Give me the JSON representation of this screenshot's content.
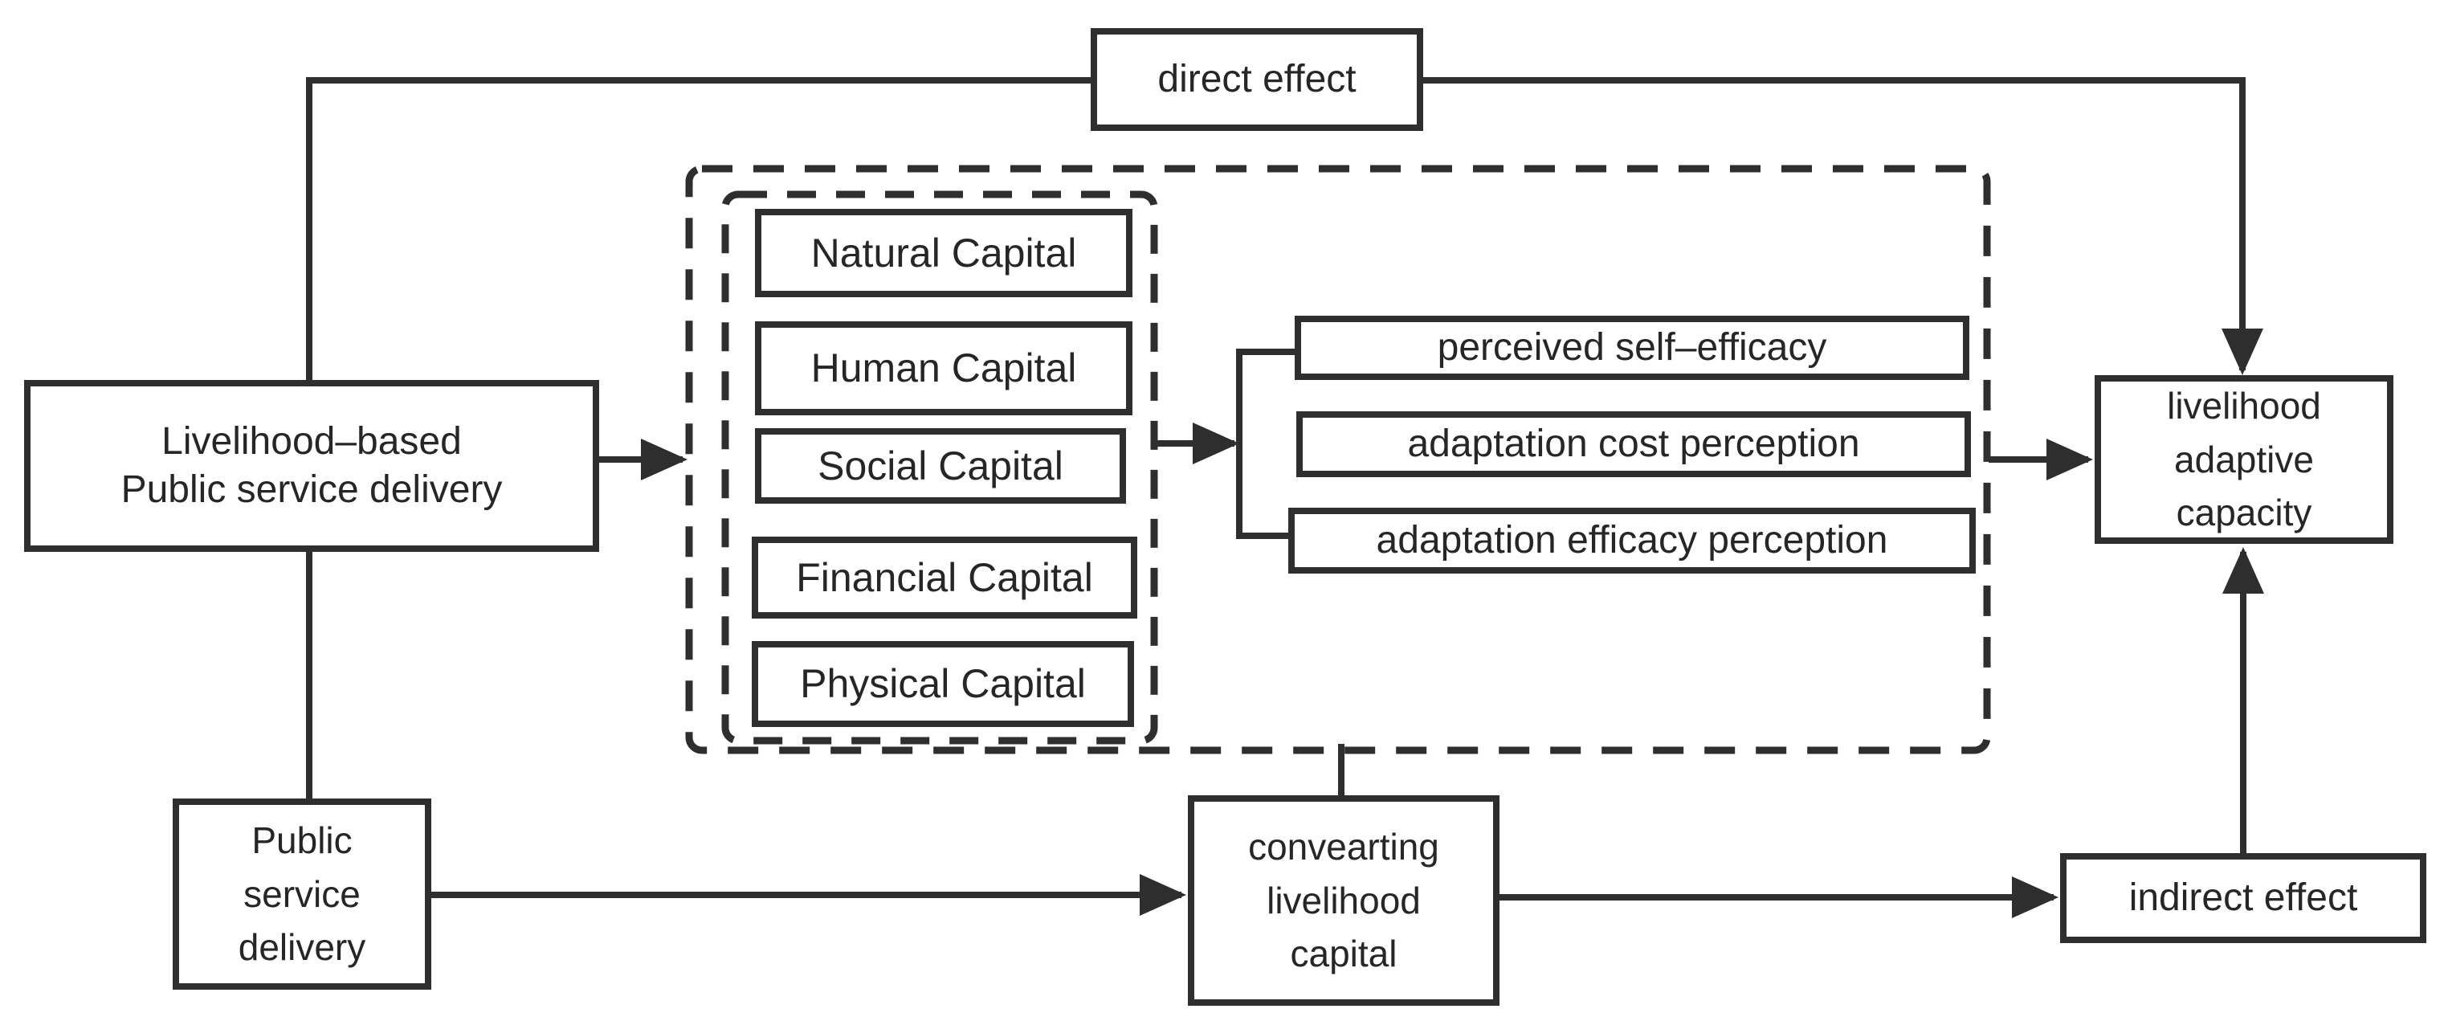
{
  "diagram": {
    "colors": {
      "line": "#2e2e2e",
      "background": "#ffffff",
      "text": "#262626"
    },
    "nodes": {
      "direct_effect": {
        "label": "direct effect"
      },
      "livelihood_psd": {
        "lines": [
          "Livelihood–based",
          "Public service delivery"
        ]
      },
      "capitals": {
        "items": [
          "Natural Capital",
          "Human Capital",
          "Social Capital",
          "Financial Capital",
          "Physical Capital"
        ]
      },
      "perceptions": {
        "items": [
          "perceived self–efficacy",
          "adaptation cost perception",
          "adaptation efficacy perception"
        ]
      },
      "adaptive_capacity": {
        "lines": [
          "livelihood",
          "adaptive",
          "capacity"
        ]
      },
      "public_service_delivery": {
        "lines": [
          "Public",
          "service",
          "delivery"
        ]
      },
      "converting_capital": {
        "lines": [
          "convearting",
          "livelihood",
          "capital"
        ]
      },
      "indirect_effect": {
        "label": "indirect effect"
      }
    }
  }
}
